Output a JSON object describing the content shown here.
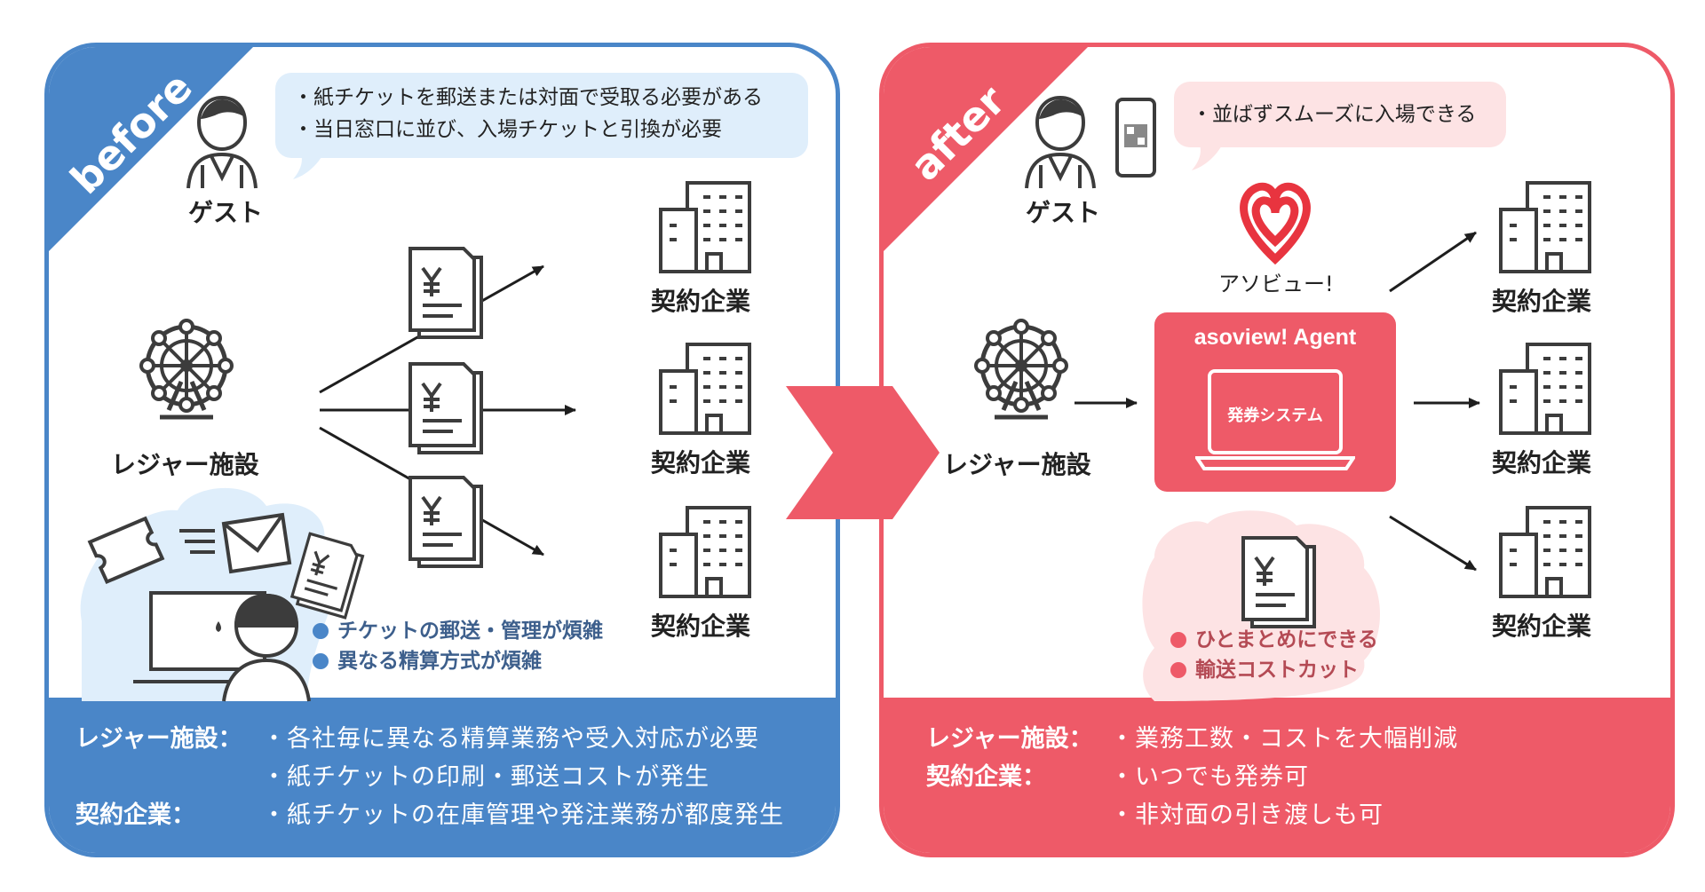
{
  "before": {
    "corner_label": "before",
    "guest_label": "ゲスト",
    "guest_bubble": [
      "・紙チケットを郵送または対面で受取る必要がある",
      "・当日窓口に並び、入場チケットと引換が必要"
    ],
    "facility_label": "レジャー施設",
    "company_label": "契約企業",
    "notes": [
      "チケットの郵送・管理が煩雑",
      "異なる精算方式が煩雑"
    ],
    "footer": {
      "facility_head": "レジャー施設：",
      "company_head": "契約企業：",
      "lines": [
        "・各社毎に異なる精算業務や受入対応が必要",
        "・紙チケットの印刷・郵送コストが発生",
        "・紙チケットの在庫管理や発注業務が都度発生"
      ]
    }
  },
  "after": {
    "corner_label": "after",
    "guest_label": "ゲスト",
    "guest_bubble": "・並ばずスムーズに入場できる",
    "brand_name": "アソビュー!",
    "agent_title": "asoview! Agent",
    "agent_system": "発券システム",
    "facility_label": "レジャー施設",
    "company_label": "契約企業",
    "notes": [
      "ひとまとめにできる",
      "輸送コストカット"
    ],
    "footer": {
      "facility_head": "レジャー施設：",
      "company_head": "契約企業：",
      "lines": [
        "・業務工数・コストを大幅削減",
        "・いつでも発券可",
        "・非対面の引き渡しも可"
      ]
    }
  },
  "colors": {
    "before": "#4a86c8",
    "after": "#ee5a68",
    "bubble_before": "#dfeefb",
    "bubble_after": "#fde3e4",
    "icon": "#3c3c3c"
  }
}
